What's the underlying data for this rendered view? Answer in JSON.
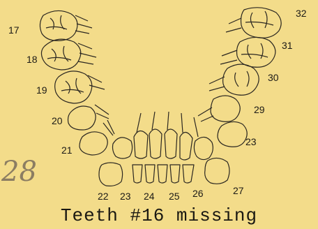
{
  "caption": "Teeth #16 missing",
  "handwritten_note": "28",
  "tooth_numbers": [
    "17",
    "18",
    "19",
    "20",
    "21",
    "22",
    "23",
    "24",
    "25",
    "26",
    "27",
    "32",
    "31",
    "30",
    "29",
    "23"
  ],
  "colors": {
    "paper": "#f3dc8a",
    "ink": "#1c1a16"
  }
}
